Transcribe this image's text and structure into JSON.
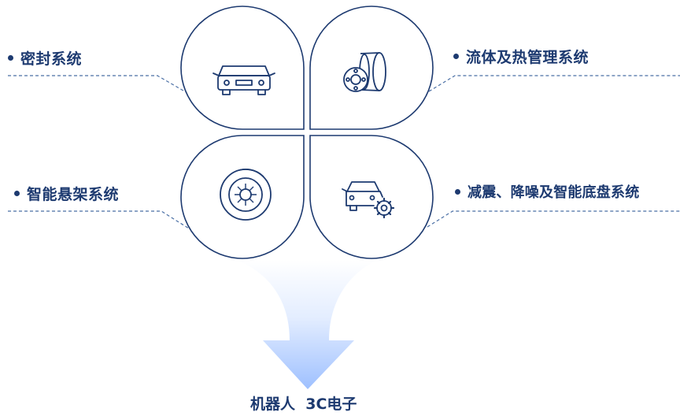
{
  "quadrants": {
    "top_left": {
      "label": "密封系统",
      "icon": "car-front-icon"
    },
    "top_right": {
      "label": "流体及热管理系统",
      "icon": "brake-disc-icon"
    },
    "bottom_left": {
      "label": "智能悬架系统",
      "icon": "wheel-icon"
    },
    "bottom_right": {
      "label": "减震、降噪及智能底盘系统",
      "icon": "car-gear-icon"
    }
  },
  "bottom_text": "机器人  3C电子",
  "colors": {
    "stroke": "#1d3a70",
    "dashed": "#4a6fa5",
    "arrow_top": "#ffffff",
    "arrow_bottom": "#9ec0ff"
  }
}
